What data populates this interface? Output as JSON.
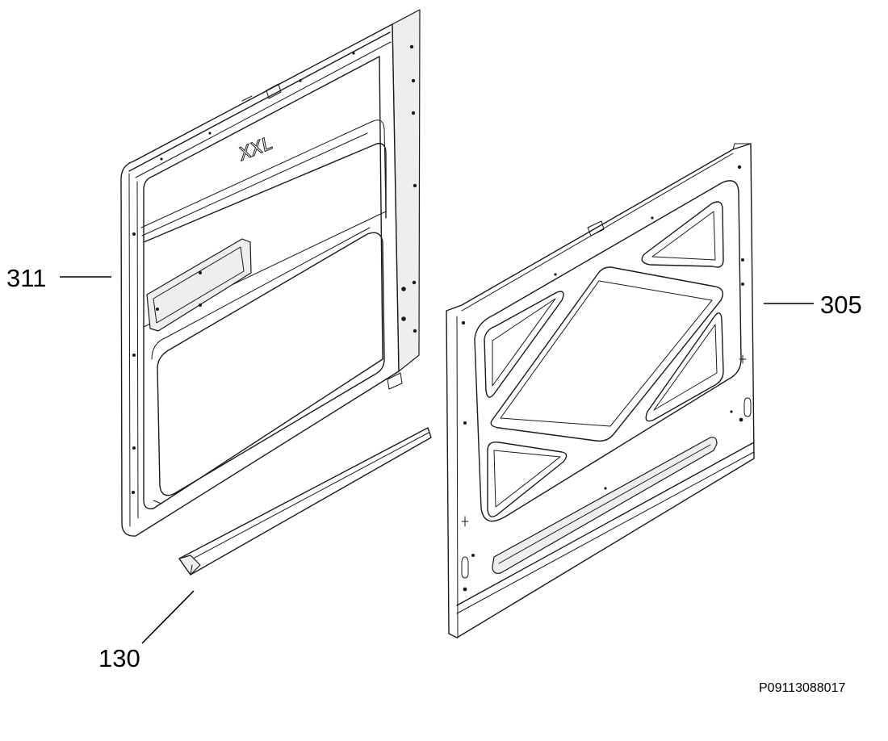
{
  "diagram": {
    "parts": [
      {
        "id": "inner-door-panel",
        "callout": "311",
        "stamp": "XXL"
      },
      {
        "id": "seal-strip",
        "callout": "130"
      },
      {
        "id": "outer-door-panel",
        "callout": "305"
      }
    ],
    "drawing_code": "P09113088017"
  }
}
